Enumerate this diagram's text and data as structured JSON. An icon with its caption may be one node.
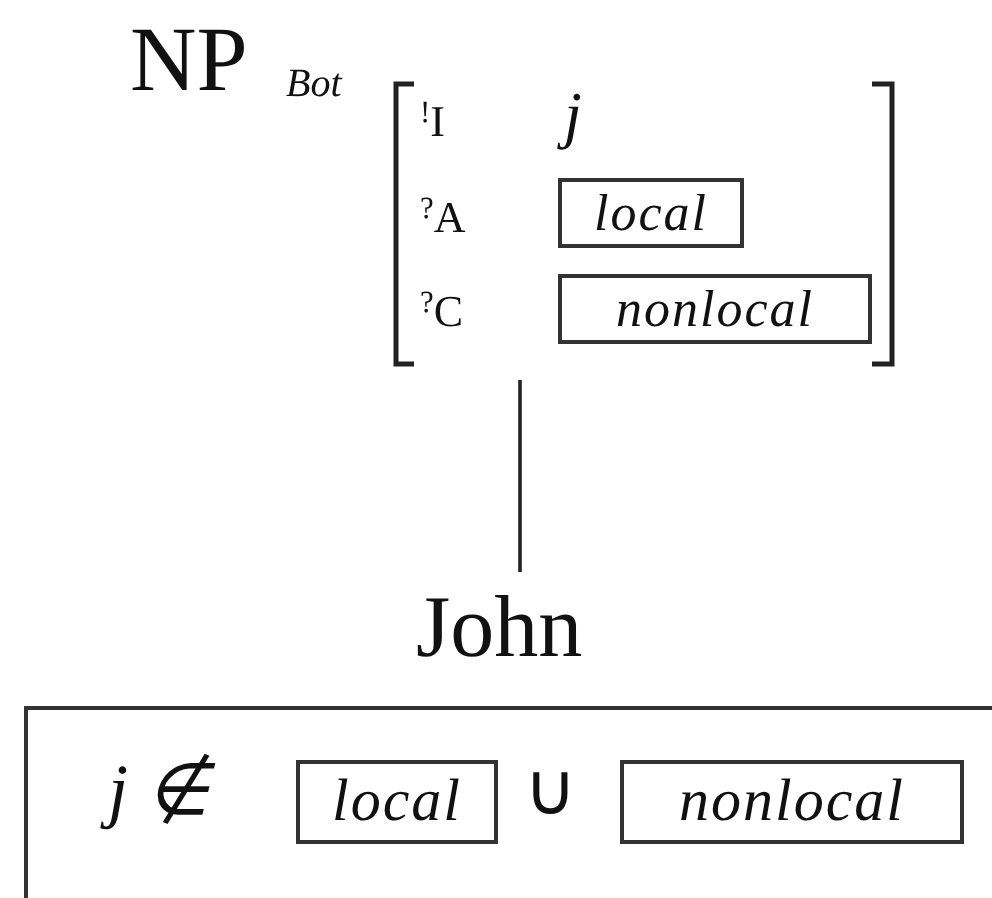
{
  "diagram": {
    "nodes": [
      {
        "text": [
          "NP",
          "Bot",
          "$^{!}$I",
          "j",
          "$^{?}$A",
          "$^{?}$C"
        ]
      },
      {
        "text": [
          "local"
        ],
        "in": 0
      },
      {
        "text": [
          "nonlocal"
        ],
        "in": 0
      },
      {
        "text": [
          "John"
        ]
      },
      {
        "text": [
          "j ∉",
          "∪"
        ]
      },
      {
        "text": [
          "local"
        ],
        "in": 4
      },
      {
        "text": [
          "nonlocal"
        ],
        "in": 4
      }
    ],
    "edges": [
      {
        "from": 0,
        "to": 3,
        "arrow": "none"
      }
    ]
  }
}
